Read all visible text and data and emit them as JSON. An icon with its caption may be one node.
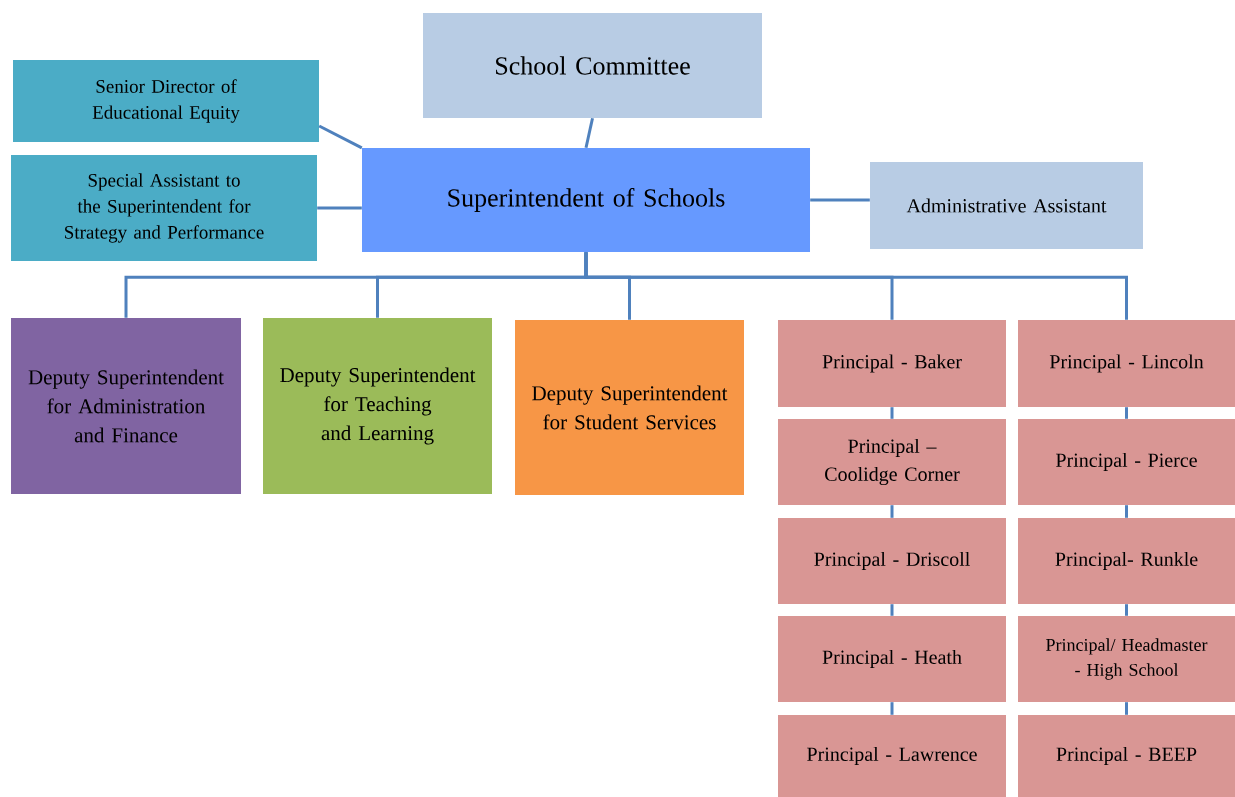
{
  "diagram": {
    "nodes": [
      {
        "text": [
          "School Committee"
        ]
      },
      {
        "text": [
          "Senior Director of Educational Equity"
        ]
      },
      {
        "text": [
          "Special Assistant to the Superintendent for Strategy and Performance"
        ]
      },
      {
        "text": [
          "Superintendent of Schools"
        ]
      },
      {
        "text": [
          "Administrative Assistant"
        ]
      },
      {
        "text": [
          "Deputy Superintendent for Administration and Finance"
        ]
      },
      {
        "text": [
          "Deputy Superintendent for Teaching and Learning"
        ]
      },
      {
        "text": [
          "Deputy Superintendent for Student Services"
        ]
      },
      {
        "text": [
          "Principal - Baker"
        ]
      },
      {
        "text": [
          "Principal - Lincoln"
        ]
      },
      {
        "text": [
          "Principal – Coolidge Corner"
        ]
      },
      {
        "text": [
          "Principal - Pierce"
        ]
      },
      {
        "text": [
          "Principal - Driscoll"
        ]
      },
      {
        "text": [
          "Principal- Runkle"
        ]
      },
      {
        "text": [
          "Principal - Heath"
        ]
      },
      {
        "text": [
          "Principal/ Headmaster - High School"
        ]
      },
      {
        "text": [
          "Principal - Lawrence"
        ]
      },
      {
        "text": [
          "Principal - BEEP"
        ]
      }
    ],
    "edges": [
      {
        "from": 0,
        "to": 3,
        "arrow": "none"
      },
      {
        "from": 1,
        "to": 3,
        "arrow": "none"
      },
      {
        "from": 2,
        "to": 3,
        "arrow": "none"
      },
      {
        "from": 3,
        "to": 4,
        "arrow": "none"
      },
      {
        "from": 3,
        "to": 5,
        "arrow": "none"
      },
      {
        "from": 3,
        "to": 6,
        "arrow": "none"
      },
      {
        "from": 3,
        "to": 7,
        "arrow": "none"
      },
      {
        "from": 3,
        "to": 8,
        "arrow": "none"
      },
      {
        "from": 3,
        "to": 9,
        "arrow": "none"
      },
      {
        "from": 8,
        "to": 10,
        "arrow": "none"
      },
      {
        "from": 10,
        "to": 12,
        "arrow": "none"
      },
      {
        "from": 12,
        "to": 14,
        "arrow": "none"
      },
      {
        "from": 14,
        "to": 16,
        "arrow": "none"
      },
      {
        "from": 9,
        "to": 11,
        "arrow": "none"
      },
      {
        "from": 11,
        "to": 13,
        "arrow": "none"
      },
      {
        "from": 13,
        "to": 15,
        "arrow": "none"
      },
      {
        "from": 15,
        "to": 17,
        "arrow": "none"
      }
    ]
  }
}
